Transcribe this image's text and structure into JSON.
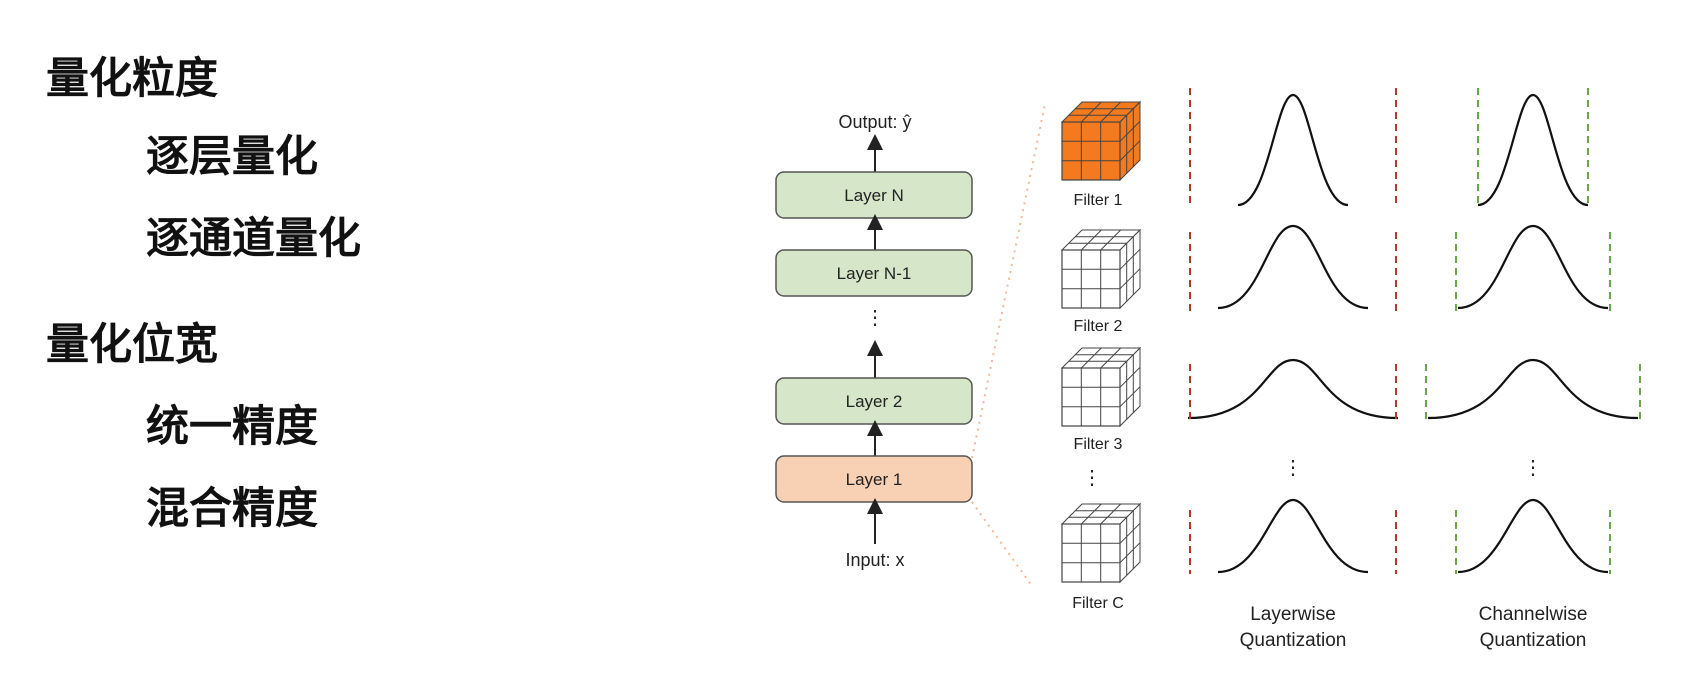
{
  "outline": {
    "section1": "量化粒度",
    "item1_1": "逐层量化",
    "item1_2": "逐通道量化",
    "section2": "量化位宽",
    "item2_1": "统一精度",
    "item2_2": "混合精度"
  },
  "network": {
    "output_label": "Output: ŷ",
    "input_label": "Input: x",
    "layers": [
      "Layer N",
      "Layer N-1",
      "Layer 2",
      "Layer 1"
    ],
    "ellipsis": "⋮"
  },
  "filters": {
    "labels": [
      "Filter 1",
      "Filter 2",
      "Filter 3",
      "Filter C"
    ],
    "ellipsis": "⋮"
  },
  "distributions": {
    "layerwise_line1": "Layerwise",
    "layerwise_line2": "Quantization",
    "channelwise_line1": "Channelwise",
    "channelwise_line2": "Quantization",
    "ellipsis": "⋮"
  },
  "colors": {
    "layer_green": "#d6e7c9",
    "layer_orange": "#f8d0b3",
    "filter1_fill": "#f47a1f",
    "layerwise_bound": "#b03a2e",
    "channelwise_bound": "#6aa548",
    "dotted_connector": "#f0b89a"
  }
}
